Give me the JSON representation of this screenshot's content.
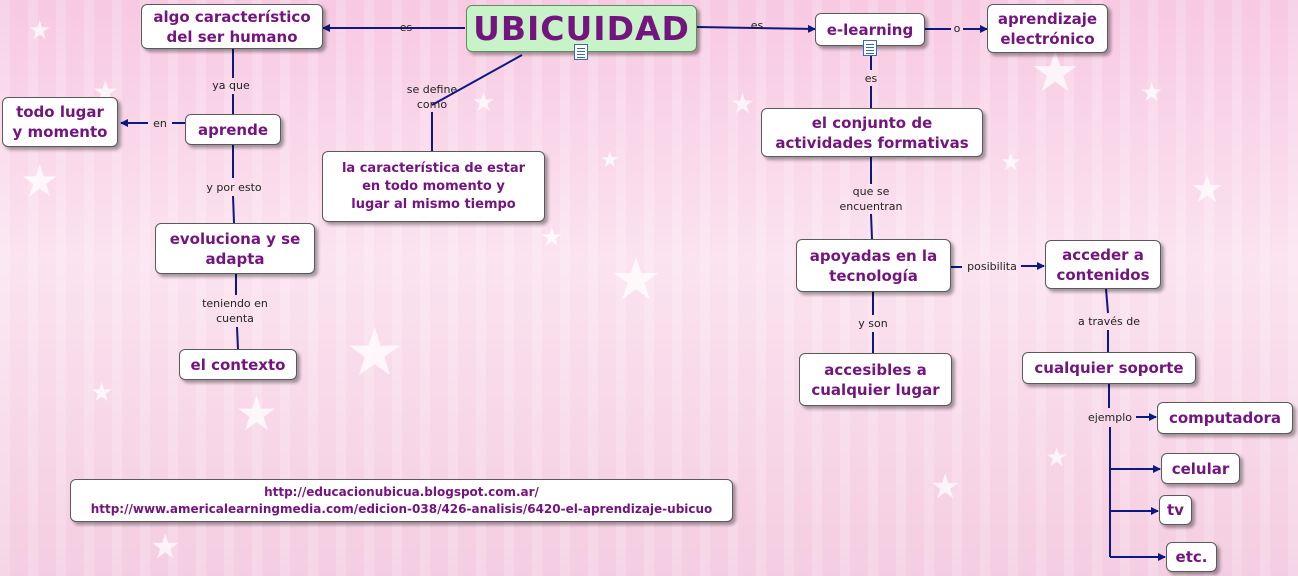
{
  "nodes": {
    "ubicuidad": "UBICUIDAD",
    "algo_caracteristico": "algo característico\ndel ser humano",
    "todo_lugar": "todo lugar\ny momento",
    "aprende": "aprende",
    "evoluciona": "evoluciona y se\nadapta",
    "el_contexto": "el contexto",
    "caracteristica": "la característica de estar\nen todo momento y\nlugar al mismo tiempo",
    "e_learning": "e-learning",
    "aprendizaje_electronico": "aprendizaje\nelectrónico",
    "conjunto": "el conjunto de\nactividades formativas",
    "apoyadas": "apoyadas en la\ntecnología",
    "acceder": "acceder a\ncontenidos",
    "accesibles": "accesibles a\ncualquier lugar",
    "cualquier_soporte": "cualquier soporte",
    "computadora": "computadora",
    "celular": "celular",
    "tv": "tv",
    "etc": "etc.",
    "urls": "http://educacionubicua.blogspot.com.ar/\nhttp://www.americalearningmedia.com/edicion-038/426-analisis/6420-el-aprendizaje-ubicuo"
  },
  "links": {
    "es_left": "es",
    "es_right": "es",
    "se_define_como": "se define\ncomo",
    "ya_que": "ya que",
    "en": "en",
    "y_por_esto": "y por esto",
    "teniendo_en_cuenta": "teniendo en\ncuenta",
    "o": "o",
    "es_down": "es",
    "que_se_encuentran": "que se\nencuentran",
    "posibilita": "posibilita",
    "y_son": "y son",
    "a_traves_de": "a través de",
    "ejemplo": "ejemplo"
  },
  "colors": {
    "line": "#0d1880",
    "text": "#74147f",
    "main_bg": "#c8f2c8"
  }
}
